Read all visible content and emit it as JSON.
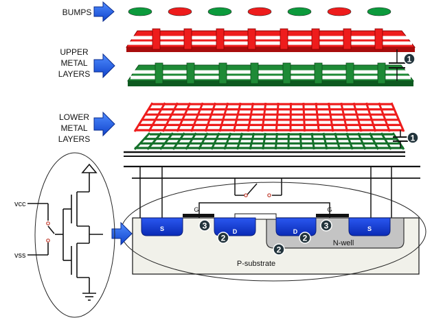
{
  "labels": {
    "bumps": "BUMPS",
    "upper": [
      "UPPER",
      "METAL",
      "LAYERS"
    ],
    "lower": [
      "LOWER",
      "METAL",
      "LAYERS"
    ],
    "vcc": "vcc",
    "vss": "vss",
    "source_left": "S",
    "drain_left": "D",
    "drain_right": "D",
    "source_right": "S",
    "gate_left": "G",
    "gate_right": "G",
    "nwell": "N-well",
    "substrate": "P-substrate"
  },
  "markers": {
    "upper_cap": "1",
    "lower_cap": "1",
    "gate_left": "3",
    "gate_right": "3",
    "junction_left": "2",
    "junction_right": "2",
    "well_junction": "2"
  },
  "colors": {
    "arrow": "#1f5fe6",
    "bump_green": "#0c9a3c",
    "bump_red": "#ee1c1c",
    "metal_red": "#ee1c1c",
    "metal_green": "#167a2e",
    "diffusion": "#1a3fd6",
    "nwell": "#c4c4c4",
    "substrate": "#f1f1ea",
    "marker": "#22343c"
  },
  "bumps": [
    "green",
    "red",
    "green",
    "red",
    "green",
    "red",
    "green"
  ]
}
